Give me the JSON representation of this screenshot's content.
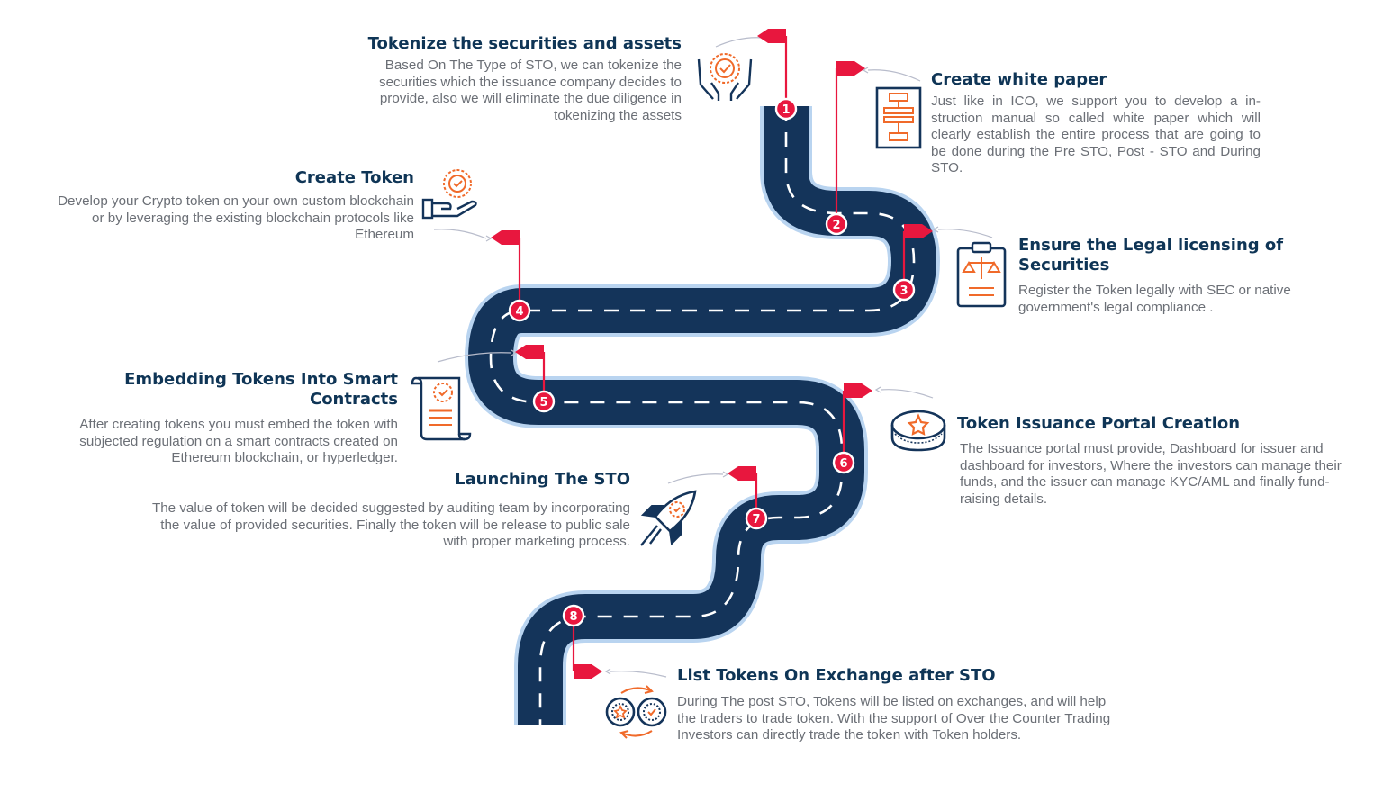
{
  "steps": [
    {
      "num": "1",
      "title": "Tokenize the securities and assets",
      "desc": "Based On The Type of STO,  we can tokenize the securities which the issuance company decides to provide, also we will eliminate the due diligence in tokenizing the assets",
      "icon": "hands-coin-icon"
    },
    {
      "num": "2",
      "title": "Create white paper",
      "desc": "Just like in ICO, we support you to develop a in-struction manual so called white paper which will clearly establish the entire process that are going to be done during the Pre STO, Post - STO and During STO.",
      "icon": "flowchart-document-icon"
    },
    {
      "num": "3",
      "title": "Ensure the Legal licensing of Securities",
      "desc": "Register the Token legally with SEC or native government's legal compliance .",
      "icon": "legal-clipboard-icon"
    },
    {
      "num": "4",
      "title": "Create Token",
      "desc": "Develop your Crypto token on your own custom blockchain or by leveraging the existing blockchain protocols like Ethereum",
      "icon": "hand-token-icon"
    },
    {
      "num": "5",
      "title": "Embedding Tokens Into Smart Contracts",
      "desc": "After creating tokens you must embed the token with subjected regulation on a smart contracts created on Ethereum blockchain, or hyperledger.",
      "icon": "contract-scroll-icon"
    },
    {
      "num": "6",
      "title": "Token Issuance Portal Creation",
      "desc": "The Issuance portal must provide, Dashboard for issuer and dashboard for investors, Where the investors can manage their funds, and the issuer can manage  KYC/AML and finally fund-raising details.",
      "icon": "coin-stack-icon"
    },
    {
      "num": "7",
      "title": "Launching The STO",
      "desc": "The value of token will be decided suggested by auditing team by incorporating the value of provided securities. Finally the token will be release to public sale with proper marketing process.",
      "icon": "rocket-icon"
    },
    {
      "num": "8",
      "title": "List Tokens On Exchange after STO",
      "desc": "During The post STO, Tokens will be listed on exchanges, and will help the traders to trade token. With the support of Over the Counter Trading Investors can directly trade the token with Token holders.",
      "icon": "token-exchange-icon"
    }
  ],
  "colors": {
    "road": "#14345a",
    "roadEdge": "#b9d4f0",
    "flag": "#e8173e",
    "title": "#0f3556",
    "text": "#6b6f76",
    "iconOrange": "#f06a2a",
    "iconNavy": "#14345a"
  }
}
